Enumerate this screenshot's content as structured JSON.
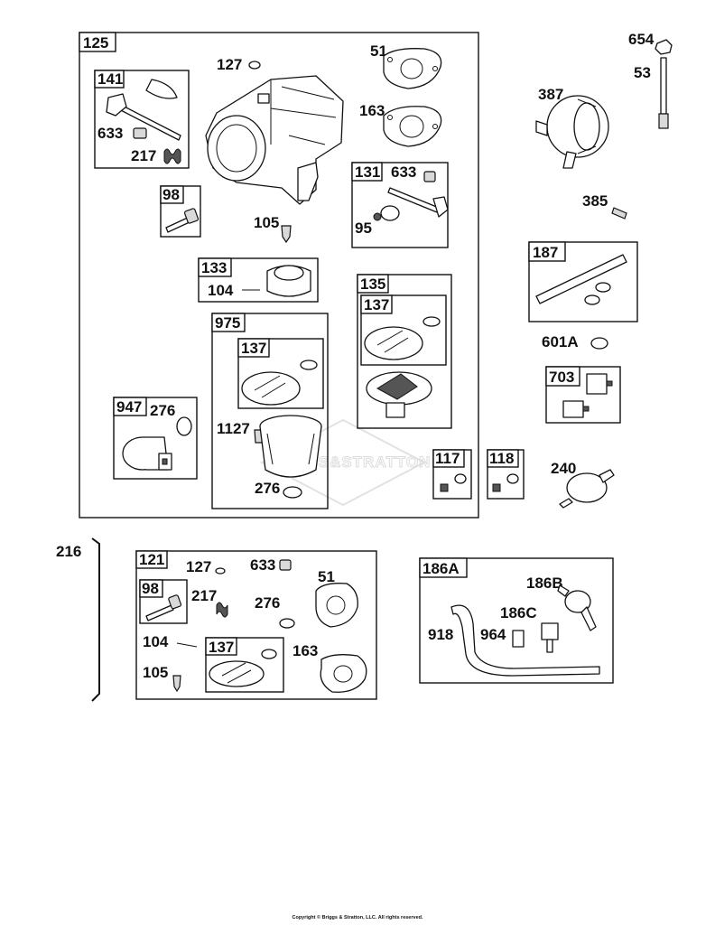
{
  "watermark": {
    "brand": "BRIGGS&STRATTON"
  },
  "footer": {
    "copyright": "Copyright © Briggs & Stratton, LLC. All rights reserved."
  },
  "callouts": {
    "c125": "125",
    "c127a": "127",
    "c51a": "51",
    "c163a": "163",
    "c141": "141",
    "c633a": "633",
    "c217a": "217",
    "c98a": "98",
    "c105a": "105",
    "c131": "131",
    "c633b": "633",
    "c95": "95",
    "c133": "133",
    "c104a": "104",
    "c135": "135",
    "c137a": "137",
    "c975": "975",
    "c137b": "137",
    "c1127": "1127",
    "c276a": "276",
    "c947": "947",
    "c276b": "276",
    "c117": "117",
    "c118": "118",
    "c654": "654",
    "c53": "53",
    "c387": "387",
    "c385": "385",
    "c187": "187",
    "c601a": "601A",
    "c703": "703",
    "c240": "240",
    "c216": "216",
    "c121": "121",
    "c127b": "127",
    "c633c": "633",
    "c51b": "51",
    "c98b": "98",
    "c217b": "217",
    "c276c": "276",
    "c104b": "104",
    "c137c": "137",
    "c163b": "163",
    "c105b": "105",
    "c186a": "186A",
    "c186b": "186B",
    "c186c": "186C",
    "c918": "918",
    "c964": "964"
  }
}
